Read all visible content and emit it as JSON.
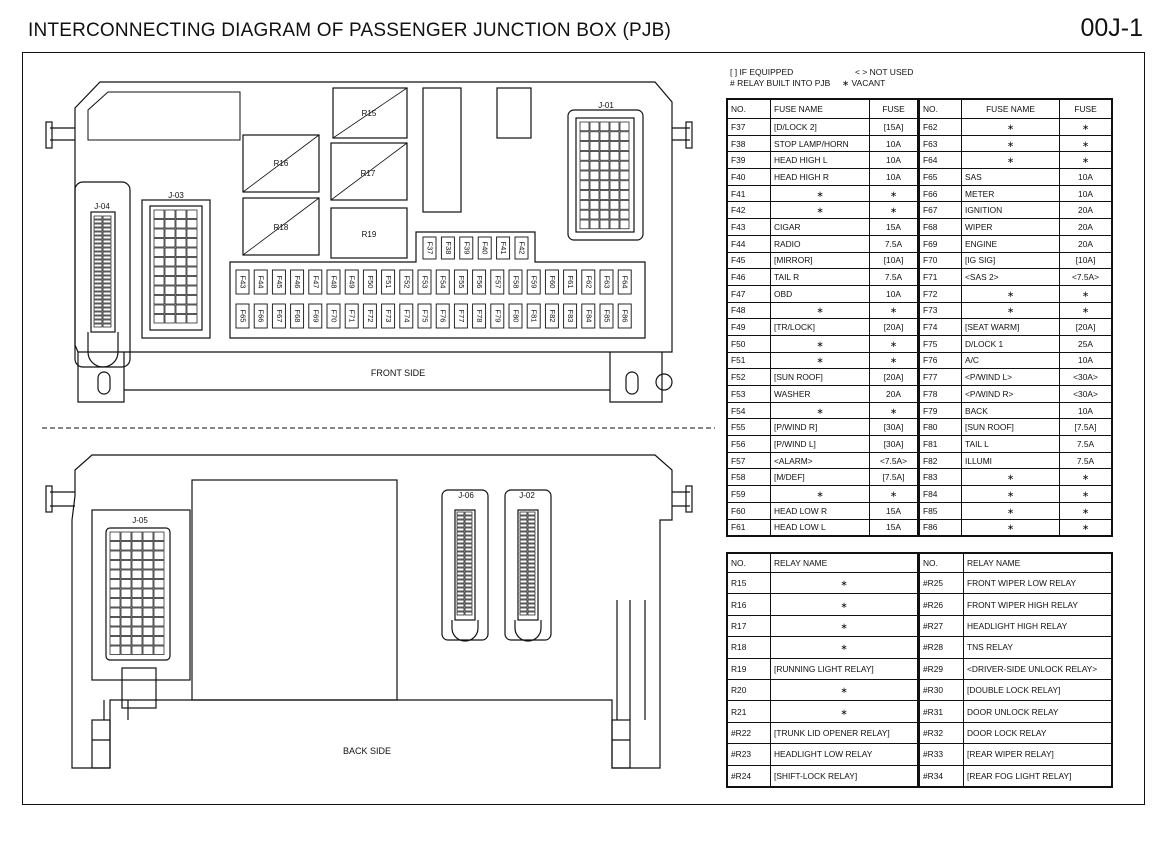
{
  "header": {
    "title": "INTERCONNECTING DIAGRAM OF PASSENGER JUNCTION BOX (PJB)",
    "code": "00J-1"
  },
  "legend": {
    "if_equipped": "[ ] IF EQUIPPED",
    "not_used": "< > NOT USED",
    "relay_built_in": "# RELAY BUILT INTO PJB",
    "vacant": "∗ VACANT"
  },
  "diagram": {
    "front_label": "FRONT SIDE",
    "back_label": "BACK SIDE",
    "connectors": {
      "j01": "J-01",
      "j02": "J-02",
      "j03": "J-03",
      "j04": "J-04",
      "j05": "J-05",
      "j06": "J-06"
    },
    "relays": {
      "r15": "R15",
      "r16": "R16",
      "r17": "R17",
      "r18": "R18",
      "r19": "R19"
    },
    "fuse_upper_row": [
      "F37",
      "F38",
      "F39",
      "F40",
      "F41",
      "F42"
    ],
    "fuse_row_1": [
      "F43",
      "F44",
      "F45",
      "F46",
      "F47",
      "F48",
      "F49",
      "F50",
      "F51",
      "F52",
      "F53",
      "F54",
      "F55",
      "F56",
      "F57",
      "F58",
      "F59",
      "F60",
      "F61",
      "F62",
      "F63",
      "F64"
    ],
    "fuse_row_2": [
      "F65",
      "F66",
      "F67",
      "F68",
      "F69",
      "F70",
      "F71",
      "F72",
      "F73",
      "F74",
      "F75",
      "F76",
      "F77",
      "F78",
      "F79",
      "F80",
      "F81",
      "F82",
      "F83",
      "F84",
      "F85",
      "F86"
    ]
  },
  "fuse_table": {
    "headers": [
      "NO.",
      "FUSE NAME",
      "FUSE",
      "NO.",
      "FUSE NAME",
      "FUSE"
    ],
    "rows": [
      [
        "F37",
        "[D/LOCK 2]",
        "[15A]",
        "F62",
        "∗",
        "∗"
      ],
      [
        "F38",
        "STOP LAMP/HORN",
        "10A",
        "F63",
        "∗",
        "∗"
      ],
      [
        "F39",
        "HEAD HIGH L",
        "10A",
        "F64",
        "∗",
        "∗"
      ],
      [
        "F40",
        "HEAD HIGH R",
        "10A",
        "F65",
        "SAS",
        "10A"
      ],
      [
        "F41",
        "∗",
        "∗",
        "F66",
        "METER",
        "10A"
      ],
      [
        "F42",
        "∗",
        "∗",
        "F67",
        "IGNITION",
        "20A"
      ],
      [
        "F43",
        "CIGAR",
        "15A",
        "F68",
        "WIPER",
        "20A"
      ],
      [
        "F44",
        "RADIO",
        "7.5A",
        "F69",
        "ENGINE",
        "20A"
      ],
      [
        "F45",
        "[MIRROR]",
        "[10A]",
        "F70",
        "[IG SIG]",
        "[10A]"
      ],
      [
        "F46",
        "TAIL R",
        "7.5A",
        "F71",
        "<SAS 2>",
        "<7.5A>"
      ],
      [
        "F47",
        "OBD",
        "10A",
        "F72",
        "∗",
        "∗"
      ],
      [
        "F48",
        "∗",
        "∗",
        "F73",
        "∗",
        "∗"
      ],
      [
        "F49",
        "[TR/LOCK]",
        "[20A]",
        "F74",
        "[SEAT WARM]",
        "[20A]"
      ],
      [
        "F50",
        "∗",
        "∗",
        "F75",
        "D/LOCK 1",
        "25A"
      ],
      [
        "F51",
        "∗",
        "∗",
        "F76",
        "A/C",
        "10A"
      ],
      [
        "F52",
        "[SUN ROOF]",
        "[20A]",
        "F77",
        "<P/WIND L>",
        "<30A>"
      ],
      [
        "F53",
        "WASHER",
        "20A",
        "F78",
        "<P/WIND R>",
        "<30A>"
      ],
      [
        "F54",
        "∗",
        "∗",
        "F79",
        "BACK",
        "10A"
      ],
      [
        "F55",
        "[P/WIND R]",
        "[30A]",
        "F80",
        "[SUN ROOF]",
        "[7.5A]"
      ],
      [
        "F56",
        "[P/WIND L]",
        "[30A]",
        "F81",
        "TAIL L",
        "7.5A"
      ],
      [
        "F57",
        "<ALARM>",
        "<7.5A>",
        "F82",
        "ILLUMI",
        "7.5A"
      ],
      [
        "F58",
        "[M/DEF]",
        "[7.5A]",
        "F83",
        "∗",
        "∗"
      ],
      [
        "F59",
        "∗",
        "∗",
        "F84",
        "∗",
        "∗"
      ],
      [
        "F60",
        "HEAD LOW R",
        "15A",
        "F85",
        "∗",
        "∗"
      ],
      [
        "F61",
        "HEAD LOW L",
        "15A",
        "F86",
        "∗",
        "∗"
      ]
    ]
  },
  "relay_table": {
    "headers": [
      "NO.",
      "RELAY NAME",
      "NO.",
      "RELAY NAME"
    ],
    "rows": [
      [
        "R15",
        "∗",
        "#R25",
        "FRONT WIPER LOW RELAY"
      ],
      [
        "R16",
        "∗",
        "#R26",
        "FRONT WIPER HIGH RELAY"
      ],
      [
        "R17",
        "∗",
        "#R27",
        "HEADLIGHT HIGH RELAY"
      ],
      [
        "R18",
        "∗",
        "#R28",
        "TNS RELAY"
      ],
      [
        "R19",
        "[RUNNING LIGHT RELAY]",
        "#R29",
        "<DRIVER-SIDE UNLOCK RELAY>"
      ],
      [
        "R20",
        "∗",
        "#R30",
        "[DOUBLE LOCK RELAY]"
      ],
      [
        "R21",
        "∗",
        "#R31",
        "DOOR UNLOCK RELAY"
      ],
      [
        "#R22",
        "[TRUNK LID OPENER RELAY]",
        "#R32",
        "DOOR LOCK RELAY"
      ],
      [
        "#R23",
        "HEADLIGHT LOW RELAY",
        "#R33",
        "[REAR WIPER RELAY]"
      ],
      [
        "#R24",
        "[SHIFT-LOCK RELAY]",
        "#R34",
        "[REAR FOG LIGHT RELAY]"
      ]
    ]
  }
}
